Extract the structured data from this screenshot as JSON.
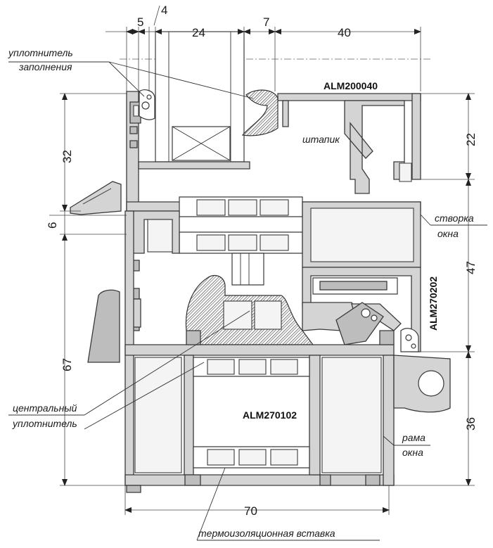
{
  "profiles": {
    "top_code": "ALM200040",
    "sash_code": "ALM270202",
    "frame_code": "ALM270102"
  },
  "labels": {
    "glazing_seal_line1": "уплотнитель",
    "glazing_seal_line2": "заполнения",
    "bead": "штапик",
    "sash_line1": "створка",
    "sash_line2": "окна",
    "central_seal_line1": "центральный",
    "central_seal_line2": "уплотнитель",
    "frame_line1": "рама",
    "frame_line2": "окна",
    "thermal_insert": "термоизоляционная вставка"
  },
  "dimensions": {
    "top_5": "5",
    "top_4": "4",
    "top_24": "24",
    "top_7": "7",
    "top_40": "40",
    "left_32": "32",
    "left_6": "6",
    "left_67": "67",
    "right_22": "22",
    "right_47": "47",
    "right_36": "36",
    "bottom_70": "70"
  },
  "colors": {
    "aluminium": "#d4d4d4",
    "outline": "#3a3a3a",
    "background": "#ffffff"
  }
}
